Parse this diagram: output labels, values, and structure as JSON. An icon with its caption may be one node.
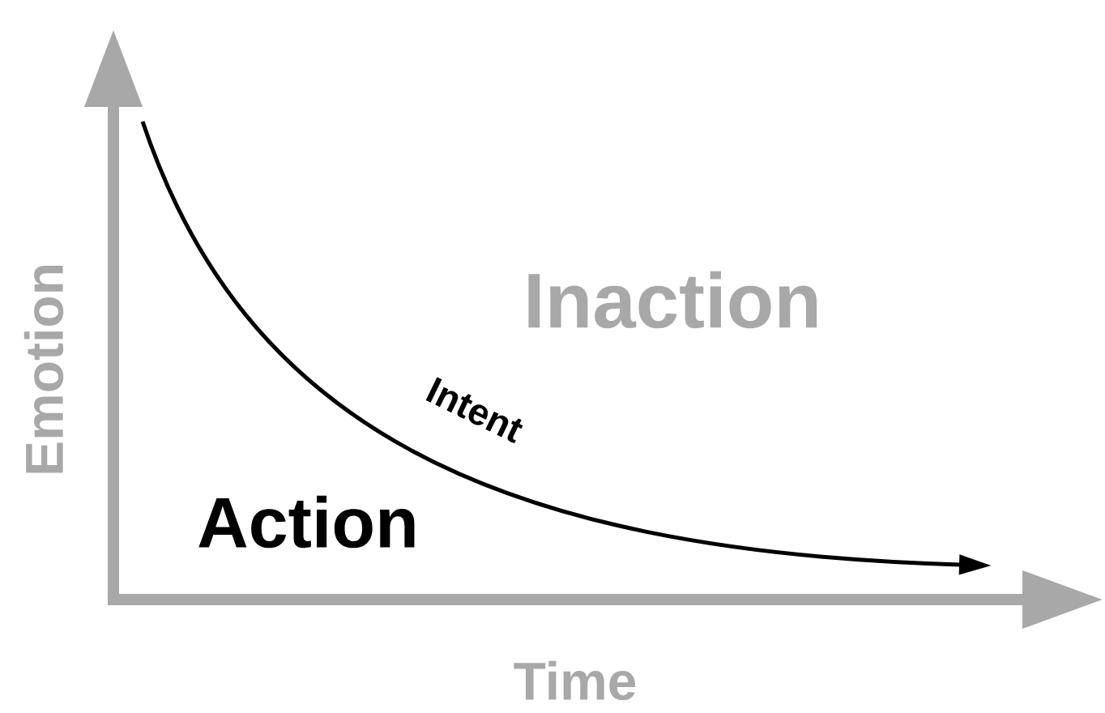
{
  "diagram": {
    "labels": [
      "Inaction",
      "Intent",
      "Emotion",
      "Action",
      "Time"
    ]
  }
}
